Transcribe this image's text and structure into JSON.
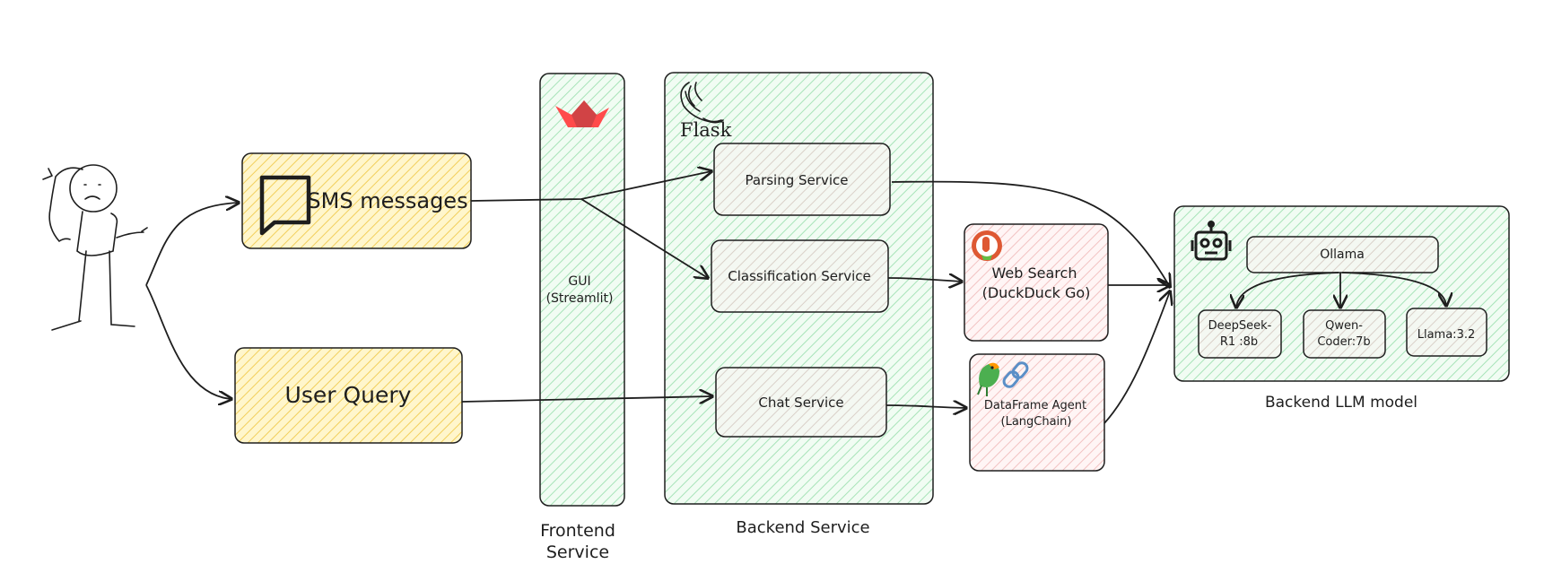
{
  "inputs": {
    "sms": "SMS messages",
    "query": "User Query"
  },
  "frontend": {
    "panel_label_line1": "GUI",
    "panel_label_line2": "(Streamlit)",
    "caption_line1": "Frontend",
    "caption_line2": "Service",
    "logo_icon": "streamlit-crown-icon"
  },
  "backend": {
    "logo_text": "Flask",
    "logo_icon": "flask-horn-icon",
    "caption": "Backend Service",
    "services": {
      "parsing": "Parsing Service",
      "classification": "Classification  Service",
      "chat": "Chat Service"
    }
  },
  "tools": {
    "web_search_line1": "Web Search",
    "web_search_line2": "(DuckDuck Go)",
    "web_search_icon": "duckduckgo-icon",
    "agent_line1": "DataFrame Agent",
    "agent_line2": "(LangChain)",
    "agent_icons": [
      "parrot-icon",
      "chain-link-icon"
    ]
  },
  "llm": {
    "host": "Ollama",
    "host_icon": "robot-icon",
    "models": [
      {
        "line1": "DeepSeek-",
        "line2": "R1 :8b"
      },
      {
        "line1": "Qwen-",
        "line2": "Coder:7b"
      },
      {
        "line1": "Llama:3.2",
        "line2": ""
      }
    ],
    "caption": "Backend LLM model"
  },
  "colors": {
    "yellow_fill": "#fff3bf",
    "yellow_hatch": "#f5c842",
    "green_fill": "#ebfbee",
    "green_hatch": "#8fd9a8",
    "pink_fill": "#fff0f0",
    "pink_hatch": "#f3b3b3",
    "stroke": "#1e1e1e",
    "streamlit_red": "#ff4b4b",
    "duck_orange": "#de5833"
  }
}
